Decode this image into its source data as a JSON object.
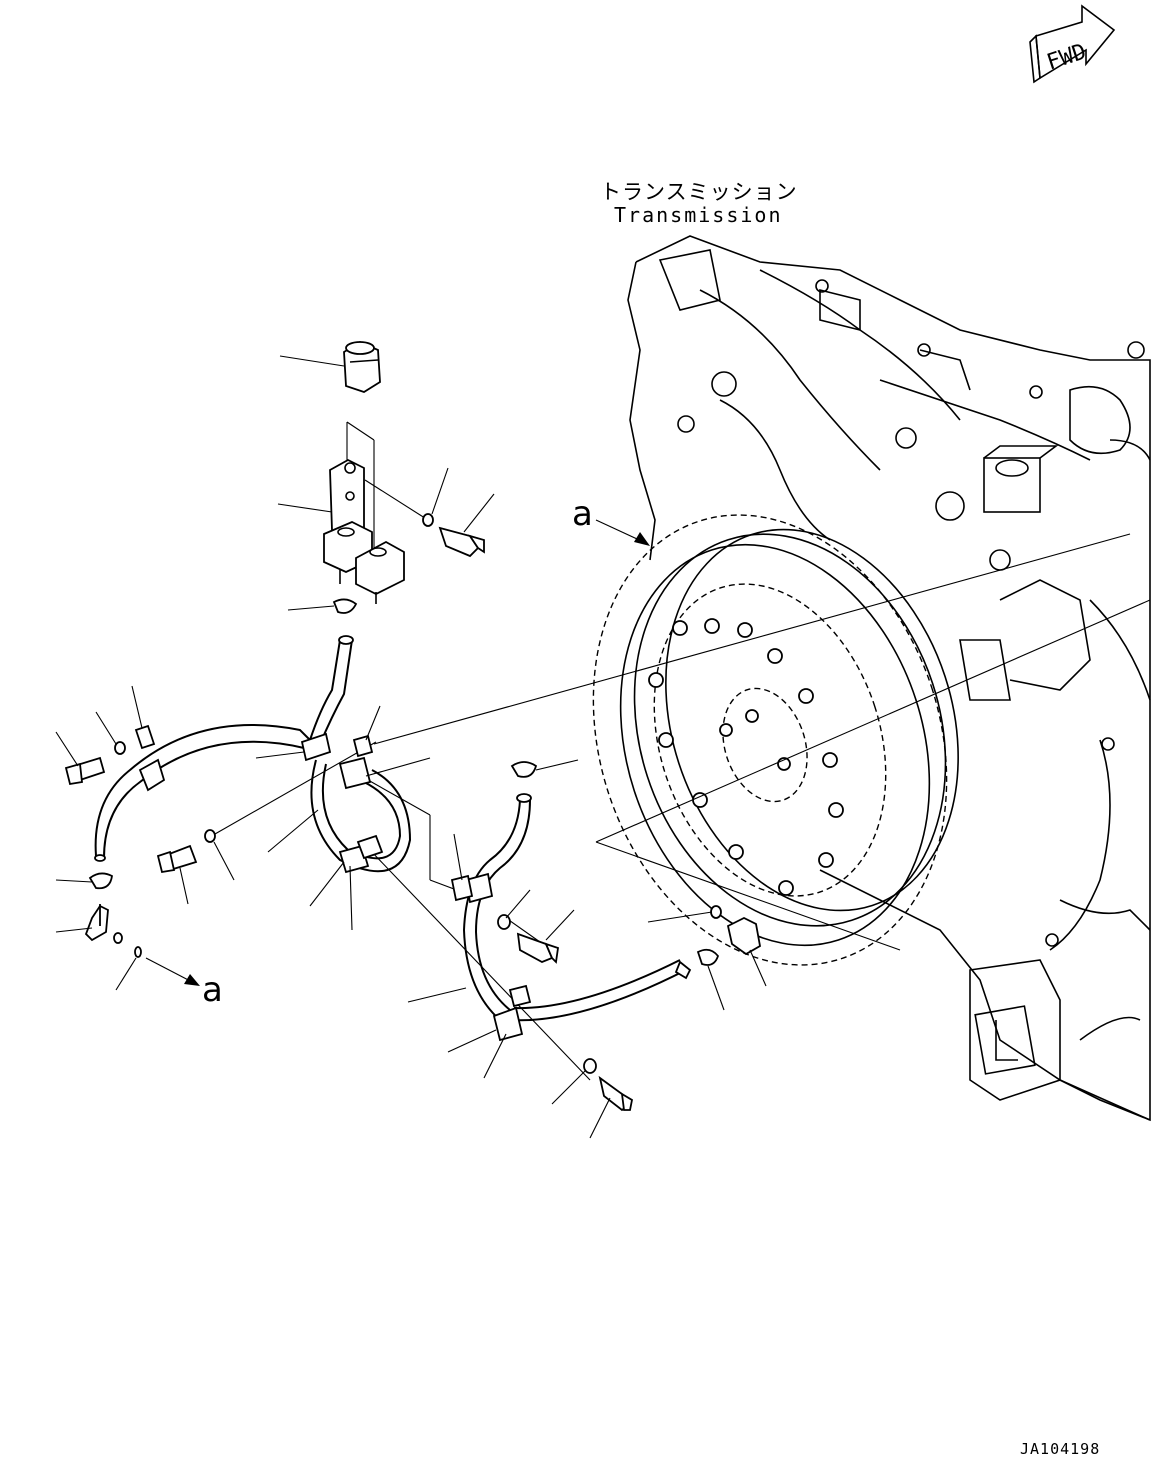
{
  "direction_badge": {
    "text": "FWD",
    "icon": "forward-arrow-icon"
  },
  "assembly": {
    "label_ja": "トランスミッション",
    "label_en": "Transmission"
  },
  "view_markers": {
    "upper": "a",
    "lower": "a"
  },
  "document_id": "JA104198"
}
